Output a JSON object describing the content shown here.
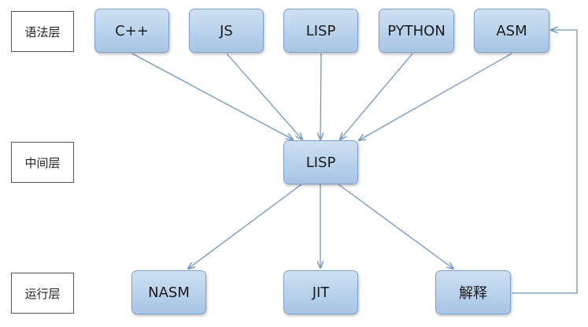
{
  "layers": {
    "syntax": "语法层",
    "middle": "中间层",
    "runtime": "运行层"
  },
  "nodes": {
    "cpp": "C++",
    "js": "JS",
    "lisp_top": "LISP",
    "python": "PYTHON",
    "asm": "ASM",
    "lisp_mid": "LISP",
    "nasm": "NASM",
    "jit": "JIT",
    "interpret": "解释"
  },
  "colors": {
    "node_fill_top": "#cfe0f2",
    "node_fill_bottom": "#a7c5e5",
    "node_border": "#7fa3c8",
    "arrow": "#6f96c0"
  }
}
